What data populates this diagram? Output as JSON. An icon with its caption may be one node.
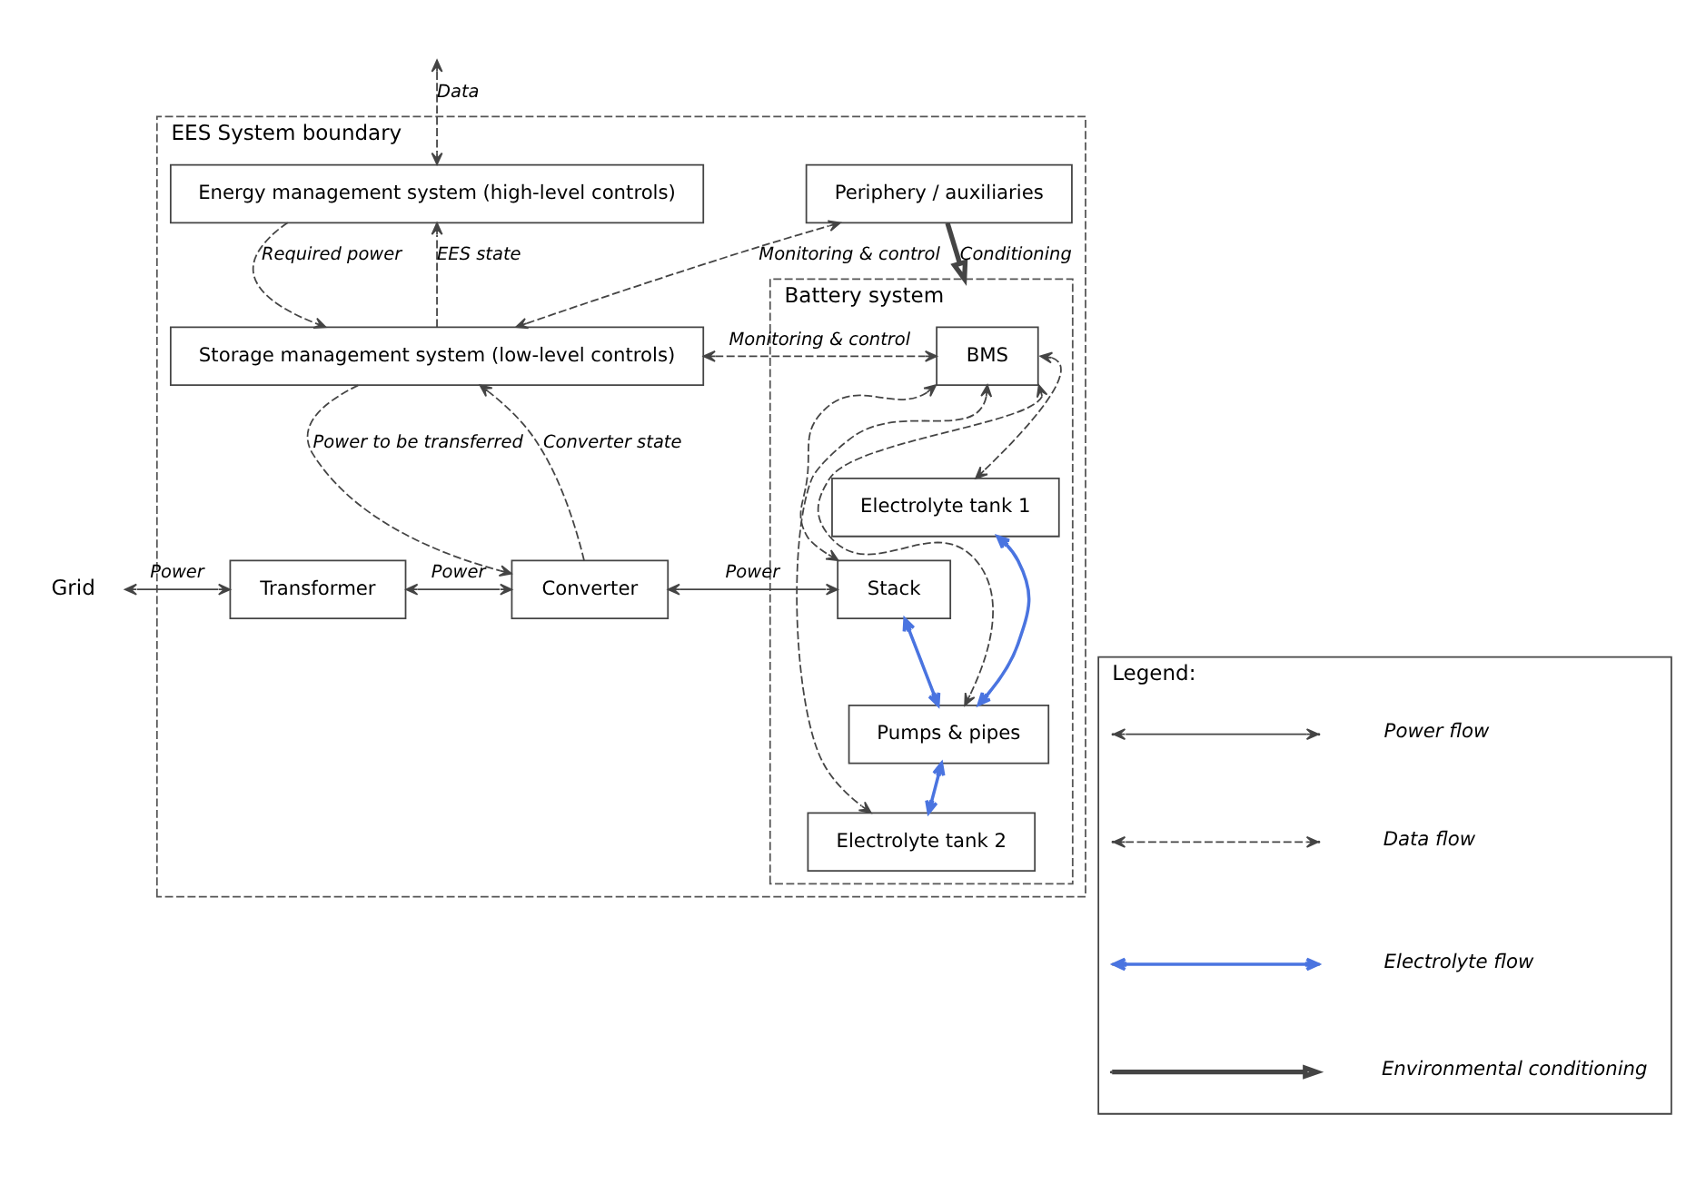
{
  "diagram": {
    "nodes": [
      {
        "text": [
          "EES System boundary"
        ]
      },
      {
        "text": [
          "Energy management system (high-level controls)"
        ],
        "in": 0
      },
      {
        "text": [
          "Periphery / auxiliaries"
        ],
        "in": 0
      },
      {
        "text": [
          "Storage management system (low-level controls)"
        ],
        "in": 0
      },
      {
        "text": [
          "Transformer"
        ],
        "in": 0
      },
      {
        "text": [
          "Converter"
        ],
        "in": 0
      },
      {
        "text": [
          "Battery system"
        ],
        "in": 0
      },
      {
        "text": [
          "BMS"
        ],
        "in": 6
      },
      {
        "text": [
          "Electrolyte tank 1"
        ],
        "in": 6
      },
      {
        "text": [
          "Pumps & pipes"
        ],
        "in": 6
      },
      {
        "text": [
          "Stack"
        ],
        "in": 6
      },
      {
        "text": [
          "Electrolyte tank 2"
        ],
        "in": 6
      },
      {
        "text": [
          "Grid"
        ]
      },
      {
        "text": [
          "Legend:"
        ]
      }
    ],
    "edges": [
      {
        "from": null,
        "to": 1,
        "arrow": "both",
        "style": "dashed",
        "label": "Data"
      },
      {
        "from": 1,
        "to": 3,
        "arrow": "to",
        "style": "dashed",
        "label": "Required power"
      },
      {
        "from": 3,
        "to": 1,
        "arrow": "to",
        "style": "dashed",
        "label": "EES state"
      },
      {
        "from": 3,
        "to": 2,
        "arrow": "both",
        "style": "dashed",
        "label": "Monitoring & control"
      },
      {
        "from": 2,
        "to": 6,
        "arrow": "to",
        "style": "thick",
        "label": "Conditioning"
      },
      {
        "from": 3,
        "to": 7,
        "arrow": "both",
        "style": "dashed",
        "label": "Monitoring & control"
      },
      {
        "from": 3,
        "to": 5,
        "arrow": "to",
        "style": "dashed",
        "label": "Power to be transferred"
      },
      {
        "from": 5,
        "to": 3,
        "arrow": "to",
        "style": "dashed",
        "label": "Converter state"
      },
      {
        "from": 12,
        "to": 4,
        "arrow": "both",
        "label": "Power"
      },
      {
        "from": 4,
        "to": 5,
        "arrow": "both",
        "label": "Power"
      },
      {
        "from": 5,
        "to": 10,
        "arrow": "both",
        "label": "Power"
      },
      {
        "from": 7,
        "to": 8,
        "arrow": "both",
        "style": "dashed"
      },
      {
        "from": 7,
        "to": 9,
        "arrow": "both",
        "style": "dashed"
      },
      {
        "from": 7,
        "to": 11,
        "arrow": "both",
        "style": "dashed"
      },
      {
        "from": 7,
        "to": 10,
        "arrow": "both",
        "style": "dashed"
      },
      {
        "from": 10,
        "to": 9,
        "arrow": "both",
        "color": "#4a74e0"
      },
      {
        "from": 8,
        "to": 9,
        "arrow": "both",
        "color": "#4a74e0"
      },
      {
        "from": 9,
        "to": 11,
        "arrow": "both",
        "color": "#4a74e0"
      }
    ],
    "legend": [
      {
        "text": "Power flow"
      },
      {
        "text": "Data flow"
      },
      {
        "text": "Electrolyte flow"
      },
      {
        "text": "Environmental conditioning"
      }
    ]
  }
}
